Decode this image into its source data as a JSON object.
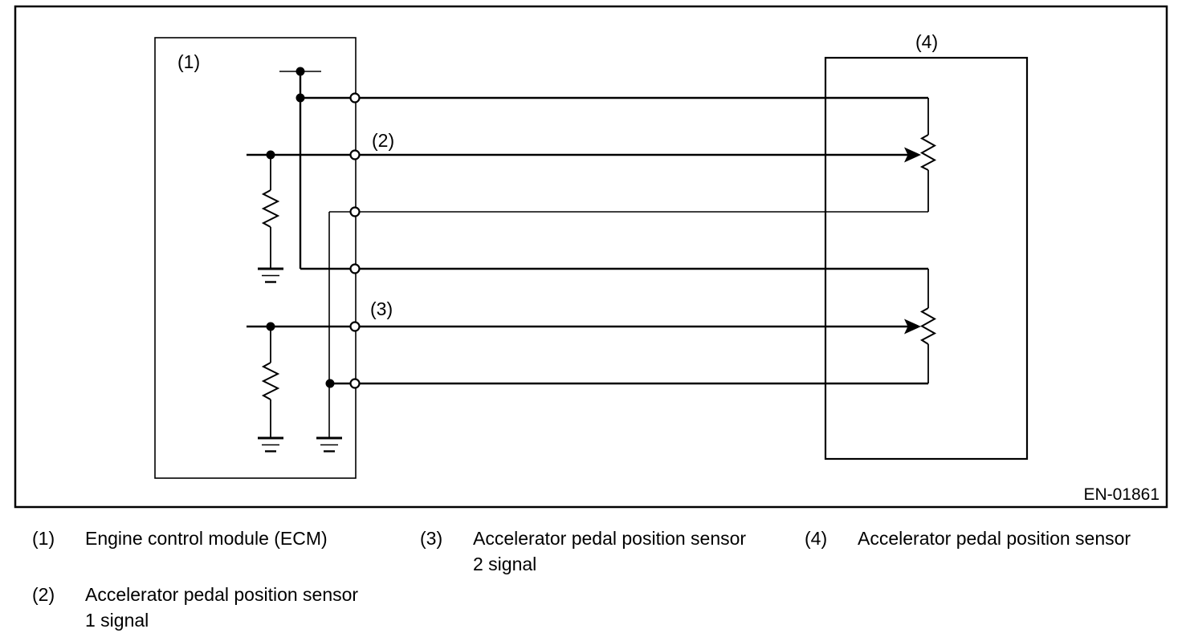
{
  "figure": {
    "code": "EN-01861",
    "callouts": {
      "ecm": "(1)",
      "sensor1_signal": "(2)",
      "sensor2_signal": "(3)",
      "sensor": "(4)"
    }
  },
  "legend": {
    "items": [
      {
        "num": "(1)",
        "line1": "Engine control module (ECM)"
      },
      {
        "num": "(2)",
        "line1": "Accelerator pedal position sensor",
        "line2": "1 signal"
      },
      {
        "num": "(3)",
        "line1": "Accelerator pedal position sensor",
        "line2": "2 signal"
      },
      {
        "num": "(4)",
        "line1": "Accelerator pedal position sensor"
      }
    ]
  },
  "colors": {
    "line": "#000000",
    "background": "#ffffff"
  }
}
